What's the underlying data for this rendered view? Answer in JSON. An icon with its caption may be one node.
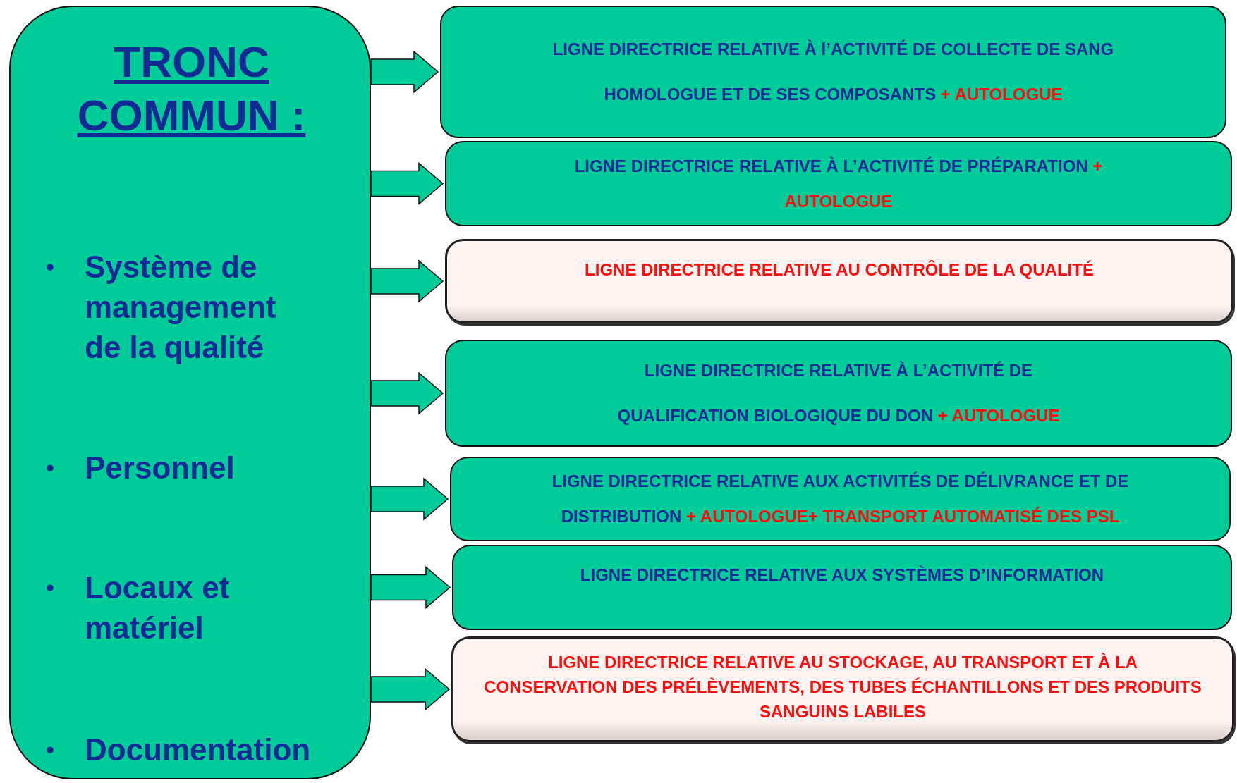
{
  "diagram": {
    "nodes": [
      {
        "text": [
          "TRONC COMMUN :",
          "•",
          "Système de management de la qualité",
          "•",
          "Personnel",
          "•",
          "Locaux et matériel",
          "•",
          "Documentation"
        ]
      },
      {
        "text": [
          "LIGNE DIRECTRICE RELATIVE À l’ACTIVITÉ DE COLLECTE DE SANG HOMOLOGUE ET DE SES COMPOSANTS",
          "+ AUTOLOGUE"
        ]
      },
      {
        "text": [
          "LIGNE DIRECTRICE RELATIVE À L’ACTIVITÉ DE PRÉPARATION",
          "+ AUTOLOGUE"
        ]
      },
      {
        "text": [
          "LIGNE DIRECTRICE RELATIVE AU CONTRÔLE DE LA QUALITÉ"
        ]
      },
      {
        "text": [
          "LIGNE DIRECTRICE RELATIVE À L’ACTIVITÉ DE QUALIFICATION BIOLOGIQUE DU DON",
          "+ AUTOLOGUE"
        ]
      },
      {
        "text": [
          "LIGNE DIRECTRICE RELATIVE AUX ACTIVITÉS DE DÉLIVRANCE ET DE DISTRIBUTION",
          "+ AUTOLOGUE+ TRANSPORT AUTOMATISÉ DES PSL"
        ]
      },
      {
        "text": [
          "LIGNE DIRECTRICE RELATIVE AUX SYSTÈMES D’INFORMATION"
        ]
      },
      {
        "text": [
          "LIGNE DIRECTRICE RELATIVE AU STOCKAGE, AU TRANSPORT ET À LA CONSERVATION DES PRÉLÈVEMENTS, DES TUBES ÉCHANTILLONS ET DES PRODUITS SANGUINS LABILES"
        ]
      }
    ],
    "edges": [
      {
        "from": 0,
        "to": 1,
        "arrow": "to",
        "style": "thick"
      },
      {
        "from": 0,
        "to": 2,
        "arrow": "to",
        "style": "thick"
      },
      {
        "from": 0,
        "to": 3,
        "arrow": "to",
        "style": "thick"
      },
      {
        "from": 0,
        "to": 4,
        "arrow": "to",
        "style": "thick"
      },
      {
        "from": 0,
        "to": 5,
        "arrow": "to",
        "style": "thick"
      },
      {
        "from": 0,
        "to": 6,
        "arrow": "to",
        "style": "thick"
      },
      {
        "from": 0,
        "to": 7,
        "arrow": "to",
        "style": "thick"
      }
    ]
  }
}
